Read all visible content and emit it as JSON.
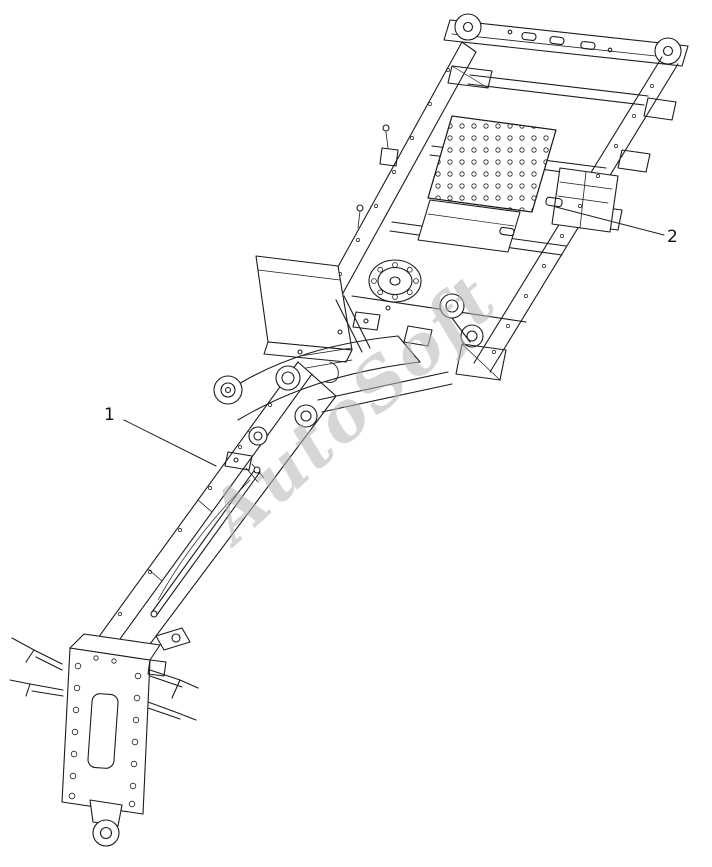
{
  "diagram": {
    "watermark": {
      "text": "AutoSoft"
    },
    "callouts": [
      {
        "label": "1"
      },
      {
        "label": "2"
      }
    ],
    "colors": {
      "line": "#1c1c1c",
      "watermark": "#b5b5b5",
      "background": "#ffffff"
    }
  }
}
